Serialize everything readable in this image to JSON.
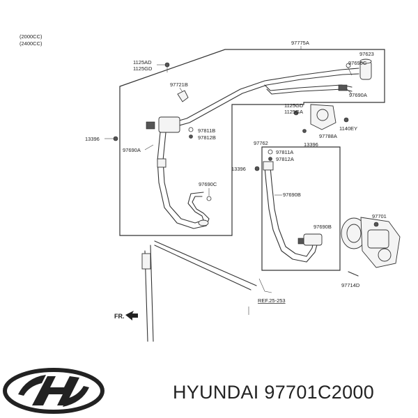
{
  "diagram": {
    "engine_notes": [
      "(2000CC)",
      "(2400CC)"
    ],
    "part_labels": {
      "p97775A": "97775A",
      "p97623": "97623",
      "p97690C_top": "97690C",
      "p97690A_right": "97690A",
      "p1125AD": "1125AD",
      "p1125GD": "1125GD",
      "p97721B": "97721B",
      "p13396_left": "13396",
      "p97811B": "97811B",
      "p97812B": "97812B",
      "p97690A_left": "97690A",
      "p97690C_mid": "97690C",
      "p1125GD_b": "1125GD",
      "p1125GA": "1125GA",
      "p97788A": "97788A",
      "p1140EY": "1140EY",
      "p13396_mid": "13396",
      "p97762": "97762",
      "p97811A": "97811A",
      "p97812A": "97812A",
      "p13396_lower": "13396",
      "p97690B_upper": "97690B",
      "p97690B_lower": "97690B",
      "p97701": "97701",
      "p97714D": "97714D",
      "ref": "REF.25-253",
      "front": "FR."
    }
  },
  "footer": {
    "brand": "HYUNDAI",
    "part_number": "97701C2000",
    "caption": "HYUNDAI 97701C2000"
  },
  "logo": {
    "icon": "hyundai-logo-icon"
  }
}
